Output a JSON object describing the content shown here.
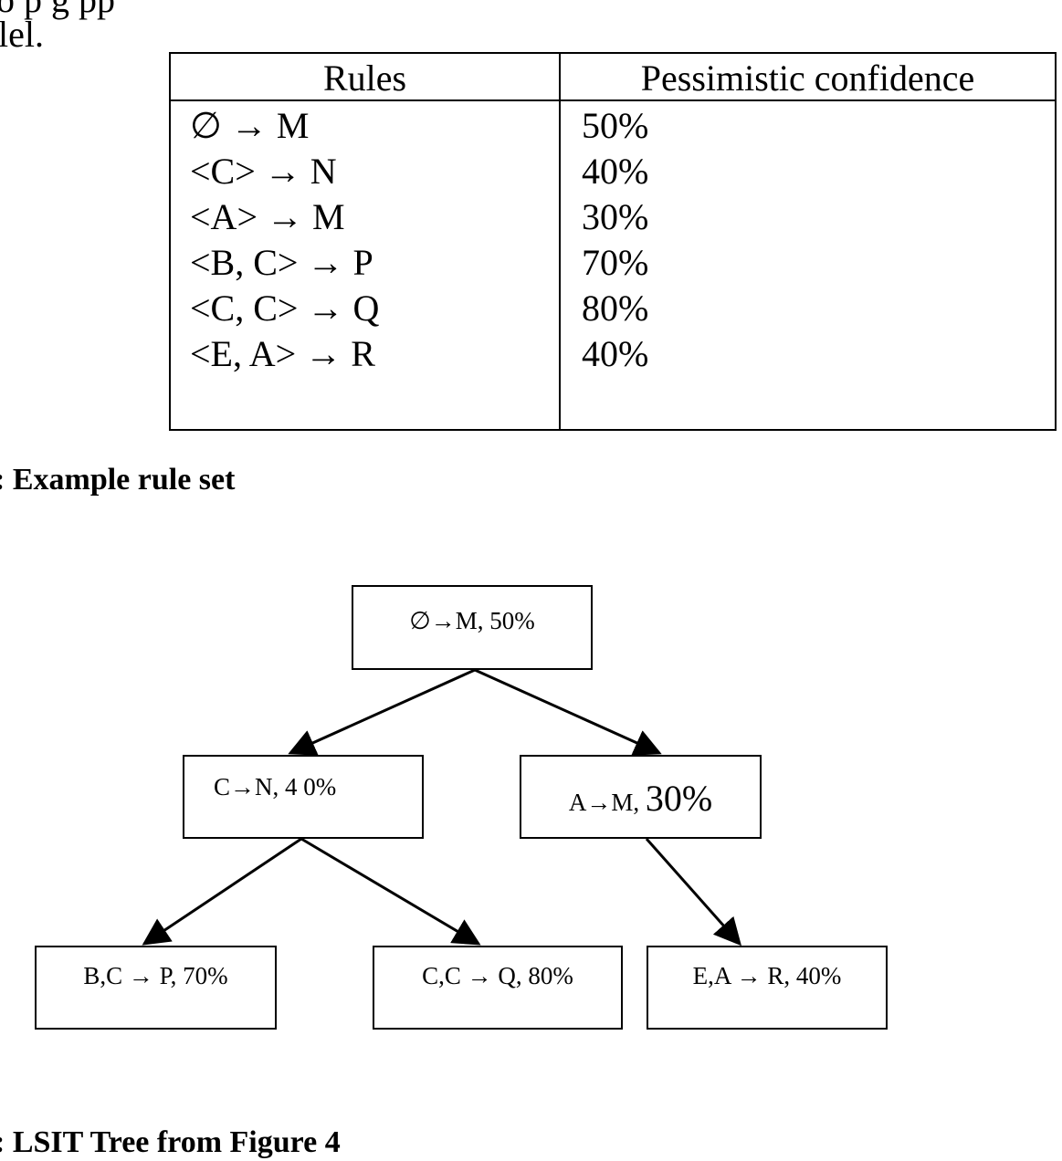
{
  "page": {
    "top_fragment": "o            p             g                                                                     pp",
    "intro_ending": "lel."
  },
  "rules_table": {
    "headers": [
      "Rules",
      "Pessimistic confidence"
    ],
    "rows": [
      {
        "rule": "∅ → M",
        "confidence": "50%"
      },
      {
        "rule": "<C> → N",
        "confidence": "40%"
      },
      {
        "rule": "<A> → M",
        "confidence": "30%"
      },
      {
        "rule": "<B, C> → P",
        "confidence": "70%"
      },
      {
        "rule": "<C, C> → Q",
        "confidence": "80%"
      },
      {
        "rule": "<E, A> → R",
        "confidence": "40%"
      }
    ]
  },
  "captions": {
    "table": ": Example rule set",
    "tree": ": LSIT Tree from Figure 4"
  },
  "tree": {
    "root": "∅→M, 50%",
    "c_n": "C→N, 4 0%",
    "a_m_prefix": "A→M, ",
    "a_m_value": "30%",
    "bc_p": "B,C → P, 70%",
    "cc_q": "C,C → Q, 80%",
    "ea_r": "E,A → R, 40%"
  }
}
